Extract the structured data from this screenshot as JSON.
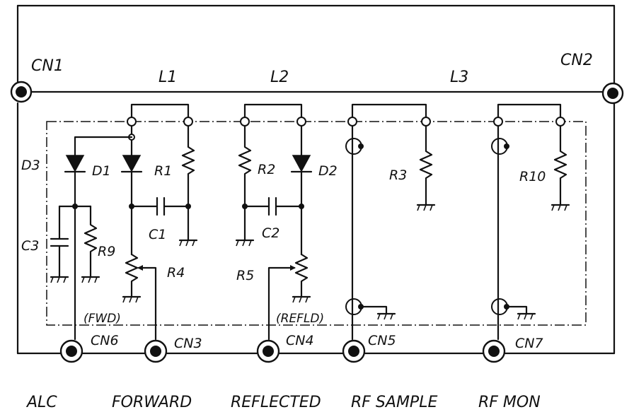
{
  "connectors": {
    "cn1": "CN1",
    "cn2": "CN2",
    "cn3": "CN3",
    "cn4": "CN4",
    "cn5": "CN5",
    "cn6": "CN6",
    "cn7": "CN7"
  },
  "inductors": {
    "l1": "L1",
    "l2": "L2",
    "l3": "L3"
  },
  "resistors": {
    "r1": "R1",
    "r2": "R2",
    "r3": "R3",
    "r4": "R4",
    "r5": "R5",
    "r9": "R9",
    "r10": "R10"
  },
  "capacitors": {
    "c1": "C1",
    "c2": "C2",
    "c3": "C3"
  },
  "diodes": {
    "d1": "D1",
    "d2": "D2",
    "d3": "D3"
  },
  "tags": {
    "fwd": "(FWD)",
    "refld": "(REFLD)"
  },
  "bottom_labels": {
    "alc": "ALC",
    "forward": "FORWARD",
    "reflected": "REFLECTED",
    "rf_sample": "RF SAMPLE",
    "rf_mon": "RF MON"
  }
}
